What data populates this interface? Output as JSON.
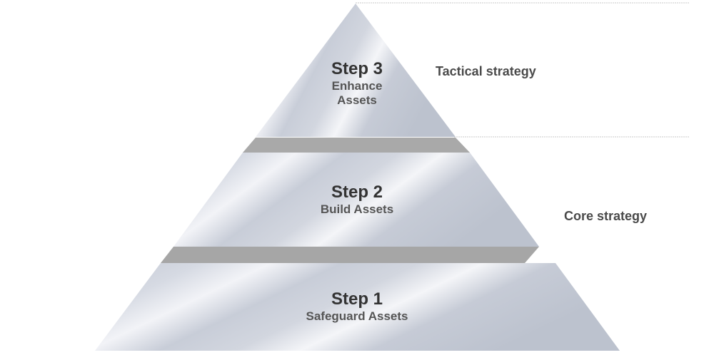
{
  "tiers": [
    {
      "id": "step-3",
      "title": "Step 3",
      "subtitle_lines": [
        "Enhance",
        "Assets"
      ]
    },
    {
      "id": "step-2",
      "title": "Step 2",
      "subtitle_lines": [
        "Build Assets"
      ]
    },
    {
      "id": "step-1",
      "title": "Step 1",
      "subtitle_lines": [
        "Safeguard Assets"
      ]
    }
  ],
  "side_labels": {
    "tactical": "Tactical strategy",
    "core": "Core strategy"
  },
  "colors": {
    "tier_light": "#eef0f5",
    "tier_mid": "#c9ced9",
    "tier_dark": "#bfc5d1",
    "separator": "#a9a9a9",
    "guide_line": "#c8c8c8"
  }
}
